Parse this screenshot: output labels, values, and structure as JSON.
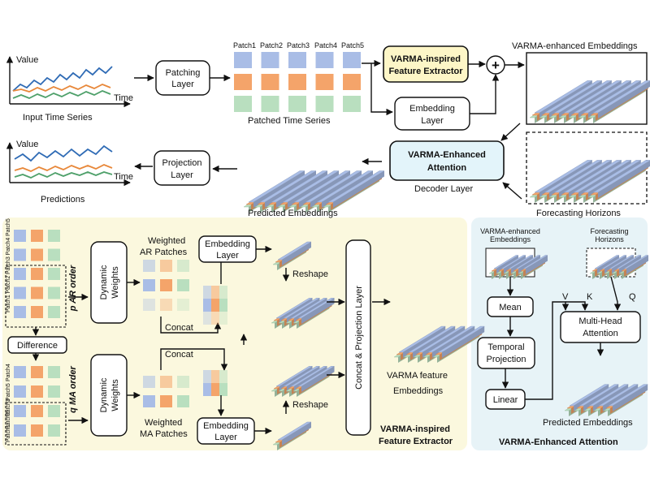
{
  "colors": {
    "blue": "#a9bde6",
    "orange": "#f4a46a",
    "green": "#b9dfbf",
    "yellow_panel": "#fbf8de",
    "blue_panel": "#e7f3f7",
    "extractor_box": "#fdf6c7",
    "attention_box": "#e3f4fa"
  },
  "top": {
    "input_value_label": "Value",
    "input_time_label": "Time",
    "input_caption": "Input Time Series",
    "patching_layer": [
      "Patching",
      "Layer"
    ],
    "patch_labels": [
      "Patch1",
      "Patch2",
      "Patch3",
      "Patch4",
      "Patch5"
    ],
    "patched_caption": "Patched Time Series",
    "extractor_box": [
      "VARMA-inspired",
      "Feature Extractor"
    ],
    "embedding_layer": [
      "Embedding",
      "Layer"
    ],
    "plus_symbol": "+",
    "enhanced_caption": "VARMA-enhanced Embeddings",
    "attention_box": [
      "VARMA-Enhanced",
      "Attention"
    ],
    "decoder_caption": "Decoder Layer",
    "horizons_caption": "Forecasting Horizons",
    "predicted_caption": "Predicted Embeddings",
    "projection_layer": [
      "Projection",
      "Layer"
    ],
    "pred_value_label": "Value",
    "pred_time_label": "Time",
    "predictions_caption": "Predictions"
  },
  "extractor": {
    "ar_patch_labels": [
      "Patch1",
      "Patch2",
      "Patch3",
      "Patch4",
      "Patch5"
    ],
    "ar_order": "p AR order",
    "difference": "Difference",
    "ma_patch_labels_upper": [
      "Patch4",
      "Patch5"
    ],
    "ma_patch_labels_lower": [
      "Patch1",
      "Patch2",
      "Patch3"
    ],
    "ma_order": "q MA order",
    "dynamic_weights": [
      "Dynamic",
      "Weights"
    ],
    "weighted_ar": [
      "Weighted",
      "AR Patches"
    ],
    "weighted_ma": [
      "Weighted",
      "MA Patches"
    ],
    "concat": "Concat",
    "embedding_layer": [
      "Embedding",
      "Layer"
    ],
    "reshape": "Reshape",
    "concat_projection": "Concat & Projection Layer",
    "feature_embeddings": [
      "VARMA feature",
      "Embeddings"
    ],
    "panel_title": [
      "VARMA-inspired",
      "Feature Extractor"
    ]
  },
  "attention": {
    "enhanced_embeddings": [
      "VARMA-enhanced",
      "Embeddings"
    ],
    "forecasting_horizons": [
      "Forecasting",
      "Horizons"
    ],
    "mean": "Mean",
    "temporal_projection": [
      "Temporal",
      "Projection"
    ],
    "linear": "Linear",
    "v": "V",
    "k": "K",
    "q": "Q",
    "multi_head": [
      "Multi-Head",
      "Attention"
    ],
    "predicted_embeddings": "Predicted Embeddings",
    "panel_title": "VARMA-Enhanced Attention"
  }
}
